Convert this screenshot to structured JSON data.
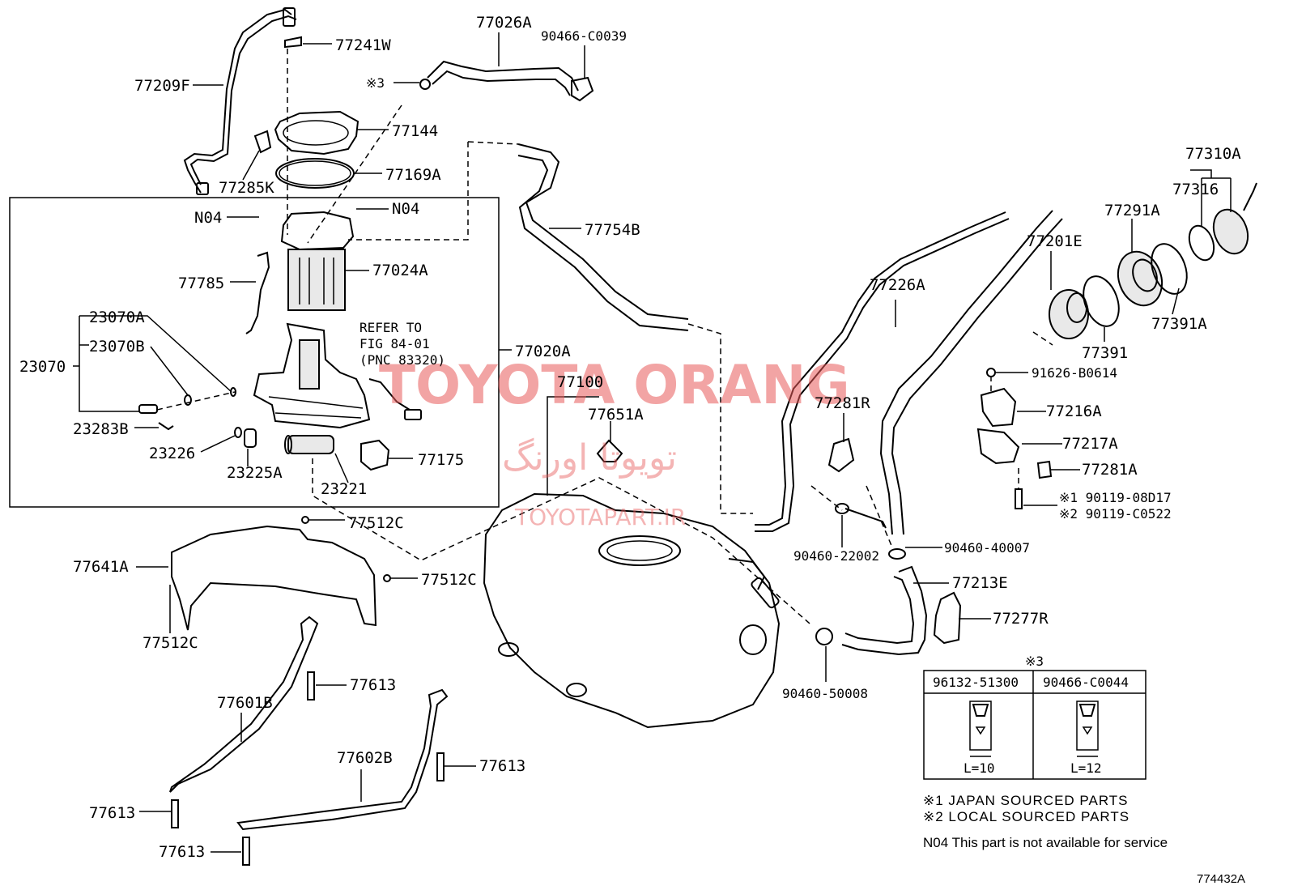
{
  "labels": {
    "p77209F": "77209F",
    "p77241W": "77241W",
    "p77026A": "77026A",
    "p90466C0039": "90466-C0039",
    "mark3a": "※3",
    "p77144": "77144",
    "p77169A": "77169A",
    "p77285K": "77285K",
    "n04a": "N04",
    "n04b": "N04",
    "p77754B": "77754B",
    "p77024A": "77024A",
    "p77785": "77785",
    "p23070A": "23070A",
    "p23070B": "23070B",
    "p23070": "23070",
    "p23283B": "23283B",
    "p23226": "23226",
    "p23225A": "23225A",
    "p23221": "23221",
    "p77175": "77175",
    "p77020A": "77020A",
    "refer1": "REFER TO",
    "refer2": "FIG 84-01",
    "refer3": "(PNC 83320)",
    "p77100": "77100",
    "p77651A": "77651A",
    "p77512C_a": "77512C",
    "p77512C_b": "77512C",
    "p77512C_c": "77512C",
    "p77641A": "77641A",
    "p77613_a": "77613",
    "p77613_b": "77613",
    "p77613_c": "77613",
    "p77613_d": "77613",
    "p77601B": "77601B",
    "p77602B": "77602B",
    "p77226A": "77226A",
    "p77201E": "77201E",
    "p77291A": "77291A",
    "p77310A": "77310A",
    "p77316": "77316",
    "p77391A": "77391A",
    "p77391": "77391",
    "p91626B0614": "91626-B0614",
    "p77281R": "77281R",
    "p77216A": "77216A",
    "p77217A": "77217A",
    "p77281A": "77281A",
    "p90119_08D17": "※1 90119-08D17",
    "p90119_C0522": "※2 90119-C0522",
    "p90460_40007": "90460-40007",
    "p90460_22002": "90460-22002",
    "p77213E": "77213E",
    "p77277R": "77277R",
    "p90460_50008": "90460-50008"
  },
  "table": {
    "title": "※3",
    "col1_header": "96132-51300",
    "col2_header": "90466-C0044",
    "col1_length": "L=10",
    "col2_length": "L=12"
  },
  "notes": {
    "n1": "※1  JAPAN SOURCED PARTS",
    "n2": "※2  LOCAL SOURCED PARTS",
    "n3": "N04  This part is not available for service"
  },
  "figure_id": "774432A",
  "watermark": {
    "line1": "TOYOTA ORANG",
    "line2": "تویوتا اورنگ",
    "line3": "TOYOTAPART.IR",
    "color": "#e85a5a"
  }
}
